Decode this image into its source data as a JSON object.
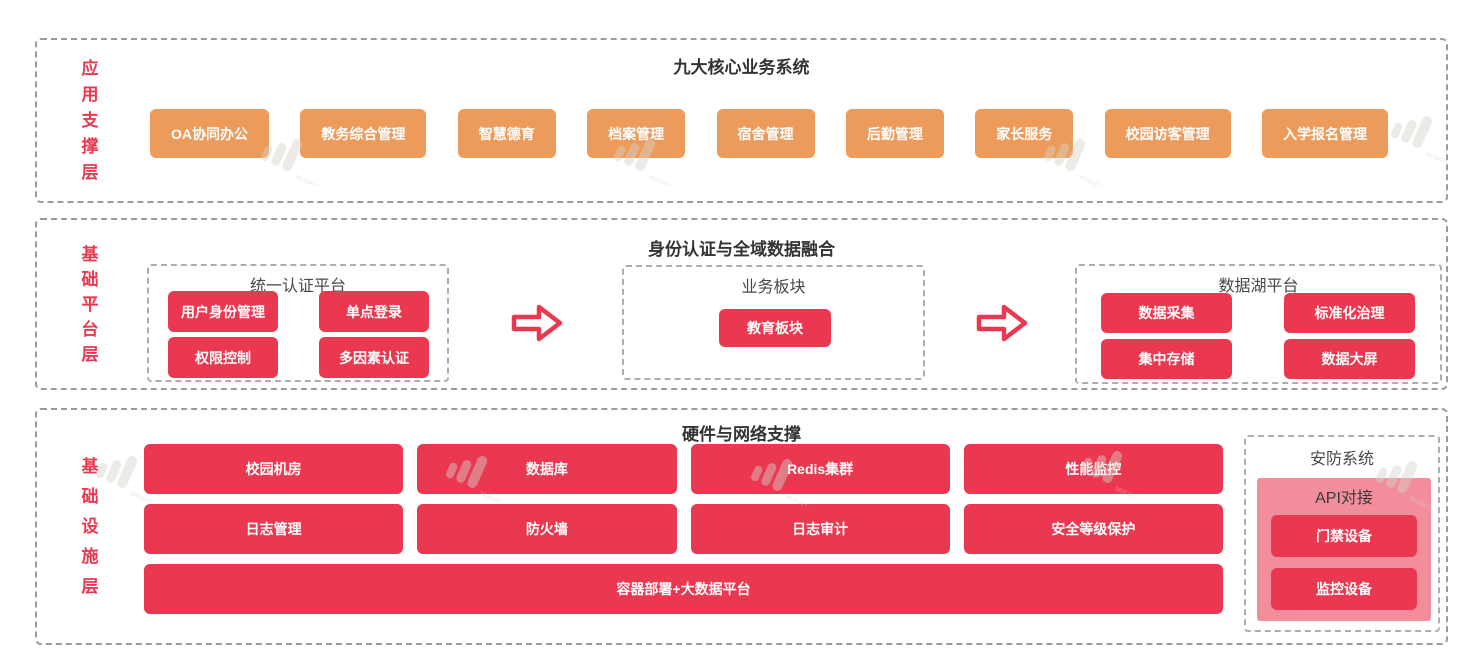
{
  "colors": {
    "accent_red": "#E9384F",
    "accent_orange": "#EC9B5B",
    "pink_panel": "#F28E9C"
  },
  "watermark_text": "MODAO.CC",
  "layers": {
    "app": {
      "label_chars": [
        "应",
        "用",
        "支",
        "撑",
        "层"
      ],
      "title": "九大核心业务系统",
      "systems": [
        "OA协同办公",
        "教务综合管理",
        "智慧德育",
        "档案管理",
        "宿舍管理",
        "后勤管理",
        "家长服务",
        "校园访客管理",
        "入学报名管理"
      ]
    },
    "platform": {
      "label_chars": [
        "基",
        "础",
        "平",
        "台",
        "层"
      ],
      "title": "身份认证与全域数据融合",
      "auth_box": {
        "title": "统一认证平台",
        "items": [
          "用户身份管理",
          "单点登录",
          "权限控制",
          "多因素认证"
        ]
      },
      "business_box": {
        "title": "业务板块",
        "items": [
          "教育板块"
        ]
      },
      "datalake_box": {
        "title": "数据湖平台",
        "items": [
          "数据采集",
          "标准化治理",
          "集中存储",
          "数据大屏"
        ]
      }
    },
    "infra": {
      "label_chars": [
        "基",
        "础",
        "设",
        "施",
        "层"
      ],
      "title": "硬件与网络支撑",
      "blocks": [
        "校园机房",
        "数据库",
        "Redis集群",
        "性能监控",
        "日志管理",
        "防火墙",
        "日志审计",
        "安全等级保护"
      ],
      "wide_block": "容器部署+大数据平台",
      "security_box": {
        "title": "安防系统",
        "subtitle": "API对接",
        "items": [
          "门禁设备",
          "监控设备"
        ]
      }
    }
  }
}
